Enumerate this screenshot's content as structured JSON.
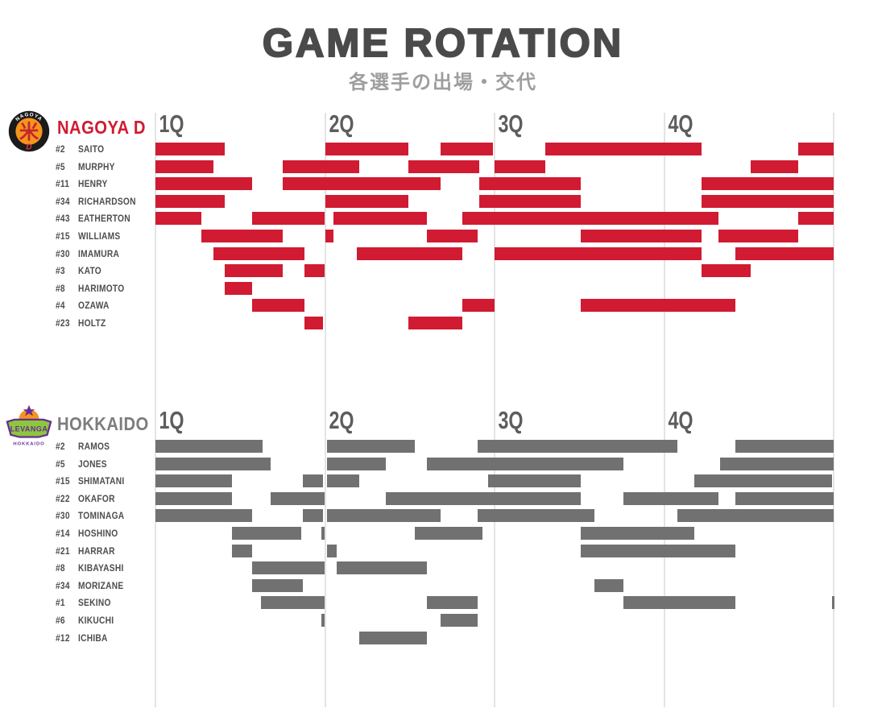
{
  "title": "GAME ROTATION",
  "subtitle": "各選手の出場・交代",
  "quarter_labels": [
    "1Q",
    "2Q",
    "3Q",
    "4Q"
  ],
  "colors": {
    "title": "#4a4a4a",
    "subtitle": "#9e9e9e",
    "quarter_label": "#5d5d5d",
    "player_label": "#4d4d4d",
    "gridline": "#e4e4e4",
    "nagoya_red": "#d01b32",
    "hokkaido_gray": "#717171"
  },
  "chart_data": {
    "type": "gantt",
    "x_axis": {
      "unit": "minutes",
      "range": [
        0,
        40
      ],
      "minutes_per_quarter": 10,
      "quarter_marks": [
        0,
        10,
        20,
        30,
        40
      ]
    },
    "teams": [
      {
        "name": "NAGOYA D",
        "color": "#d01b32",
        "logo_text": "NAGOYA",
        "logo_glyph": "米",
        "logo_letter": "D",
        "players": [
          {
            "number": "#2",
            "name": "SAITO",
            "stints": [
              [
                0,
                4.1
              ],
              [
                10,
                14.9
              ],
              [
                16.8,
                19.9
              ],
              [
                23,
                32.2
              ],
              [
                37.9,
                40
              ]
            ]
          },
          {
            "number": "#5",
            "name": "MURPHY",
            "stints": [
              [
                0,
                3.4
              ],
              [
                7.5,
                12
              ],
              [
                14.9,
                19.1
              ],
              [
                20,
                23
              ],
              [
                35.1,
                37.9
              ]
            ]
          },
          {
            "number": "#11",
            "name": "HENRY",
            "stints": [
              [
                0,
                5.7
              ],
              [
                7.5,
                16.8
              ],
              [
                19.1,
                25.1
              ],
              [
                32.2,
                40
              ]
            ]
          },
          {
            "number": "#34",
            "name": "RICHARDSON",
            "stints": [
              [
                0,
                4.1
              ],
              [
                10,
                14.9
              ],
              [
                19.1,
                25.1
              ],
              [
                32.2,
                40
              ]
            ]
          },
          {
            "number": "#43",
            "name": "EATHERTON",
            "stints": [
              [
                0,
                2.7
              ],
              [
                5.7,
                10
              ],
              [
                10.5,
                16
              ],
              [
                18.1,
                33.2
              ],
              [
                37.9,
                40
              ]
            ]
          },
          {
            "number": "#15",
            "name": "WILLIAMS",
            "stints": [
              [
                2.7,
                7.5
              ],
              [
                10,
                10.5
              ],
              [
                16,
                19
              ],
              [
                25.1,
                32.2
              ],
              [
                33.2,
                37.9
              ]
            ]
          },
          {
            "number": "#30",
            "name": "IMAMURA",
            "stints": [
              [
                3.4,
                8.8
              ],
              [
                11.9,
                18.1
              ],
              [
                20,
                32.2
              ],
              [
                34.2,
                40
              ]
            ]
          },
          {
            "number": "#3",
            "name": "KATO",
            "stints": [
              [
                4.1,
                7.5
              ],
              [
                8.8,
                10
              ],
              [
                32.2,
                35.1
              ]
            ]
          },
          {
            "number": "#8",
            "name": "HARIMOTO",
            "stints": [
              [
                4.1,
                5.7
              ]
            ]
          },
          {
            "number": "#4",
            "name": "OZAWA",
            "stints": [
              [
                5.7,
                8.8
              ],
              [
                18.1,
                20
              ],
              [
                25.1,
                34.2
              ]
            ]
          },
          {
            "number": "#23",
            "name": "HOLTZ",
            "stints": [
              [
                8.8,
                9.9
              ],
              [
                14.9,
                18.1
              ]
            ]
          }
        ]
      },
      {
        "name": "HOKKAIDO",
        "color": "#717171",
        "logo_text": "LEVANGA",
        "logo_subtext": "HOKKAIDO",
        "players": [
          {
            "number": "#2",
            "name": "RAMOS",
            "stints": [
              [
                0,
                6.3
              ],
              [
                10.1,
                15.3
              ],
              [
                19,
                30.8
              ],
              [
                34.2,
                40
              ]
            ]
          },
          {
            "number": "#5",
            "name": "JONES",
            "stints": [
              [
                0,
                6.8
              ],
              [
                10.1,
                13.6
              ],
              [
                16,
                27.6
              ],
              [
                33.3,
                40
              ]
            ]
          },
          {
            "number": "#15",
            "name": "SHIMATANI",
            "stints": [
              [
                0,
                4.5
              ],
              [
                8.7,
                9.9
              ],
              [
                10.1,
                12
              ],
              [
                19.6,
                25.1
              ],
              [
                31.8,
                39.9
              ]
            ]
          },
          {
            "number": "#22",
            "name": "OKAFOR",
            "stints": [
              [
                0,
                4.5
              ],
              [
                6.8,
                10
              ],
              [
                13.6,
                25.1
              ],
              [
                27.6,
                33.2
              ],
              [
                34.2,
                40
              ]
            ]
          },
          {
            "number": "#30",
            "name": "TOMINAGA",
            "stints": [
              [
                0,
                5.7
              ],
              [
                8.7,
                9.9
              ],
              [
                10.1,
                16.8
              ],
              [
                19,
                25.9
              ],
              [
                30.8,
                40
              ]
            ]
          },
          {
            "number": "#14",
            "name": "HOSHINO",
            "stints": [
              [
                4.5,
                8.6
              ],
              [
                9.8,
                10
              ],
              [
                15.3,
                19.3
              ],
              [
                25.1,
                31.8
              ]
            ]
          },
          {
            "number": "#21",
            "name": "HARRAR",
            "stints": [
              [
                4.5,
                5.7
              ],
              [
                10.1,
                10.7
              ],
              [
                25.1,
                34.2
              ]
            ]
          },
          {
            "number": "#8",
            "name": "KIBAYASHI",
            "stints": [
              [
                5.7,
                10
              ],
              [
                10.7,
                16
              ]
            ]
          },
          {
            "number": "#34",
            "name": "MORIZANE",
            "stints": [
              [
                5.7,
                8.7
              ],
              [
                25.9,
                27.6
              ]
            ]
          },
          {
            "number": "#1",
            "name": "SEKINO",
            "stints": [
              [
                6.2,
                10
              ],
              [
                16,
                19
              ],
              [
                27.6,
                34.2
              ],
              [
                39.9,
                40
              ]
            ]
          },
          {
            "number": "#6",
            "name": "KIKUCHI",
            "stints": [
              [
                9.8,
                10
              ],
              [
                16.8,
                19
              ]
            ]
          },
          {
            "number": "#12",
            "name": "ICHIBA",
            "stints": [
              [
                12,
                16
              ]
            ]
          }
        ]
      }
    ]
  }
}
